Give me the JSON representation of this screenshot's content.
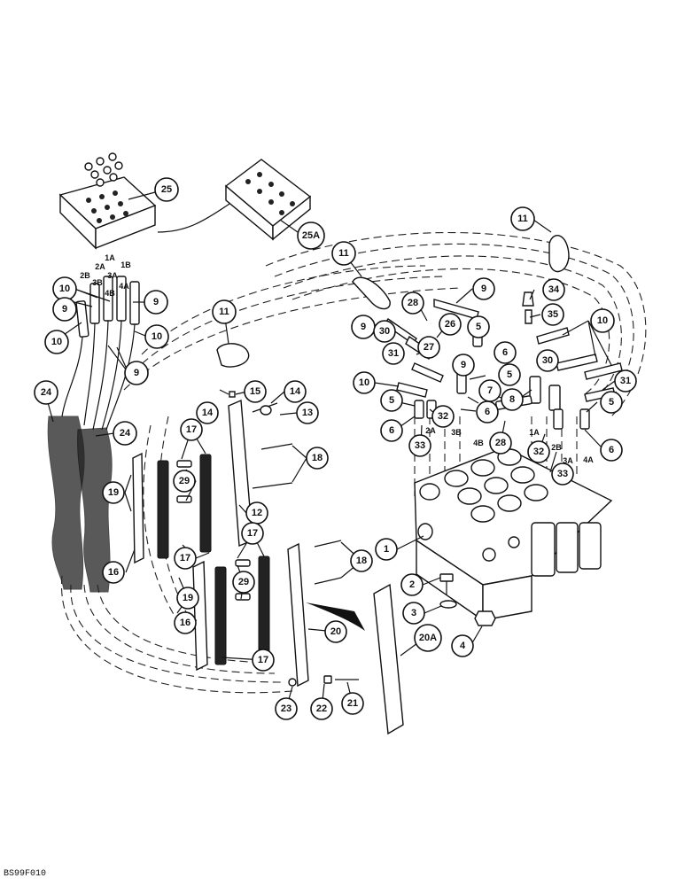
{
  "diagram": {
    "code": "BS99F010",
    "callouts": [
      {
        "label": "25"
      },
      {
        "label": "25A"
      },
      {
        "label": "11"
      },
      {
        "label": "11"
      },
      {
        "label": "11"
      },
      {
        "label": "10"
      },
      {
        "label": "10"
      },
      {
        "label": "9"
      },
      {
        "label": "9"
      },
      {
        "label": "10"
      },
      {
        "label": "9"
      },
      {
        "label": "9"
      },
      {
        "label": "10"
      },
      {
        "label": "24"
      },
      {
        "label": "24"
      },
      {
        "label": "15"
      },
      {
        "label": "14"
      },
      {
        "label": "14"
      },
      {
        "label": "13"
      },
      {
        "label": "17"
      },
      {
        "label": "18"
      },
      {
        "label": "29"
      },
      {
        "label": "19"
      },
      {
        "label": "12"
      },
      {
        "label": "16"
      },
      {
        "label": "17"
      },
      {
        "label": "17"
      },
      {
        "label": "18"
      },
      {
        "label": "29"
      },
      {
        "label": "19"
      },
      {
        "label": "16"
      },
      {
        "label": "17"
      },
      {
        "label": "20"
      },
      {
        "label": "20A"
      },
      {
        "label": "23"
      },
      {
        "label": "22"
      },
      {
        "label": "21"
      },
      {
        "label": "1"
      },
      {
        "label": "2"
      },
      {
        "label": "3"
      },
      {
        "label": "4"
      },
      {
        "label": "9"
      },
      {
        "label": "28"
      },
      {
        "label": "26"
      },
      {
        "label": "30"
      },
      {
        "label": "27"
      },
      {
        "label": "31"
      },
      {
        "label": "9"
      },
      {
        "label": "5"
      },
      {
        "label": "6"
      },
      {
        "label": "32"
      },
      {
        "label": "33"
      },
      {
        "label": "5"
      },
      {
        "label": "6"
      },
      {
        "label": "9"
      },
      {
        "label": "5"
      },
      {
        "label": "7"
      },
      {
        "label": "8"
      },
      {
        "label": "6"
      },
      {
        "label": "28"
      },
      {
        "label": "32"
      },
      {
        "label": "33"
      },
      {
        "label": "34"
      },
      {
        "label": "35"
      },
      {
        "label": "10"
      },
      {
        "label": "30"
      },
      {
        "label": "31"
      },
      {
        "label": "5"
      },
      {
        "label": "6"
      }
    ],
    "port_labels": [
      "1A",
      "2A",
      "3A",
      "4A",
      "1B",
      "2B",
      "3B",
      "4B",
      "1B",
      "2A",
      "3B",
      "4B",
      "1A",
      "2B",
      "3A",
      "4A"
    ]
  }
}
